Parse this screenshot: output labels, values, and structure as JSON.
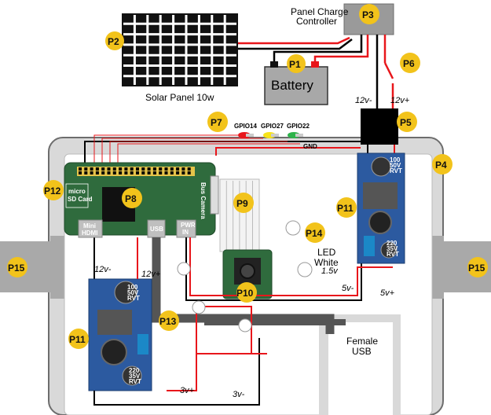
{
  "components": {
    "solar_panel": "Solar Panel 10w",
    "charge_controller": "Panel Charge\nController",
    "battery": "Battery",
    "led_label": "LED\nWhite",
    "led_voltage": "1.5v",
    "female_usb": "Female\nUSB"
  },
  "gpio": [
    "GPIO14",
    "GPIO27",
    "GPIO22"
  ],
  "gnd": "GND",
  "voltages": {
    "top_neg": "12v-",
    "top_pos": "12v+",
    "left_neg": "12v-",
    "left_pos": "12v+",
    "out5_neg": "5v-",
    "out5_pos": "5v+",
    "out3_pos": "3v+",
    "out3_neg": "3v-"
  },
  "pi_labels": {
    "micro_sd": "micro\nSD Card",
    "mini_hdmi": "Mini\nHDMI",
    "usb": "USB",
    "pwr_in": "PWR\nIN",
    "bus_camera": "Bus Camera"
  },
  "converter_labels": {
    "cap1": "100\n50V\nRVT",
    "cap2": "220\n35V\nRVT"
  },
  "tags": [
    "P1",
    "P2",
    "P3",
    "P4",
    "P5",
    "P6",
    "P7",
    "P8",
    "P9",
    "P10",
    "P11",
    "P11",
    "P12",
    "P13",
    "P14",
    "P15",
    "P15"
  ],
  "colors": {
    "tag_fill": "#f2c31b",
    "wire_red": "#e8161b",
    "wire_black": "#000000",
    "board_green": "#2f6b3d",
    "box_gray": "#d9d9d9",
    "converter_blue": "#2c5aa0"
  }
}
